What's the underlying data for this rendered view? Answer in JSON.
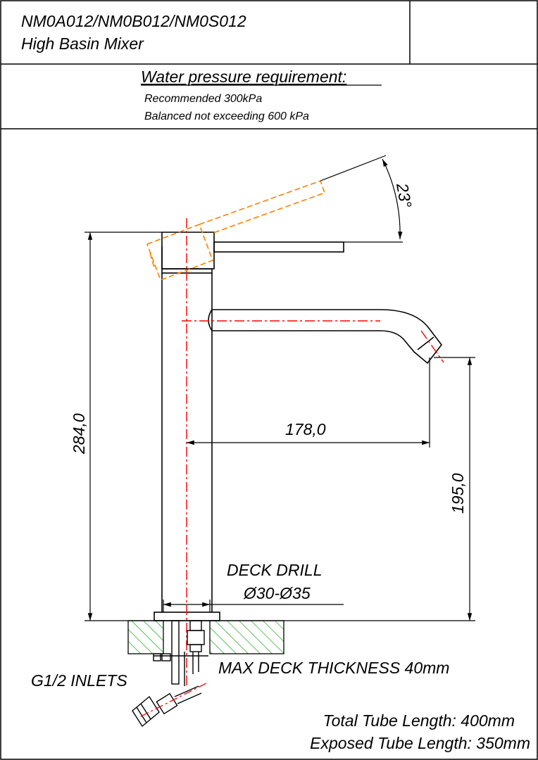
{
  "title_block": {
    "model_codes": "NM0A012/NM0B012/NM0S012",
    "product_name": "High Basin Mixer"
  },
  "pressure": {
    "heading": "Water pressure requirement:",
    "recommended": "Recommended 300kPa",
    "balanced": "Balanced not exceeding 600 kPa"
  },
  "dimensions": {
    "handle_angle": "23°",
    "overall_height": "284,0",
    "spout_reach": "178,0",
    "spout_height": "195,0"
  },
  "deck": {
    "drill_label": "DECK DRILL",
    "drill_size": "Ø30-Ø35",
    "max_thickness": "MAX DECK THICKNESS 40mm"
  },
  "inlets": {
    "label": "G1/2 INLETS",
    "total_tube_length": "Total Tube Length: 400mm",
    "exposed_tube_length": "Exposed Tube Length: 350mm"
  },
  "colors": {
    "outline": "#000000",
    "centerline": "#ff0000",
    "alt_handle_position": "#ff8000",
    "deck_hatch": "#00a000"
  }
}
